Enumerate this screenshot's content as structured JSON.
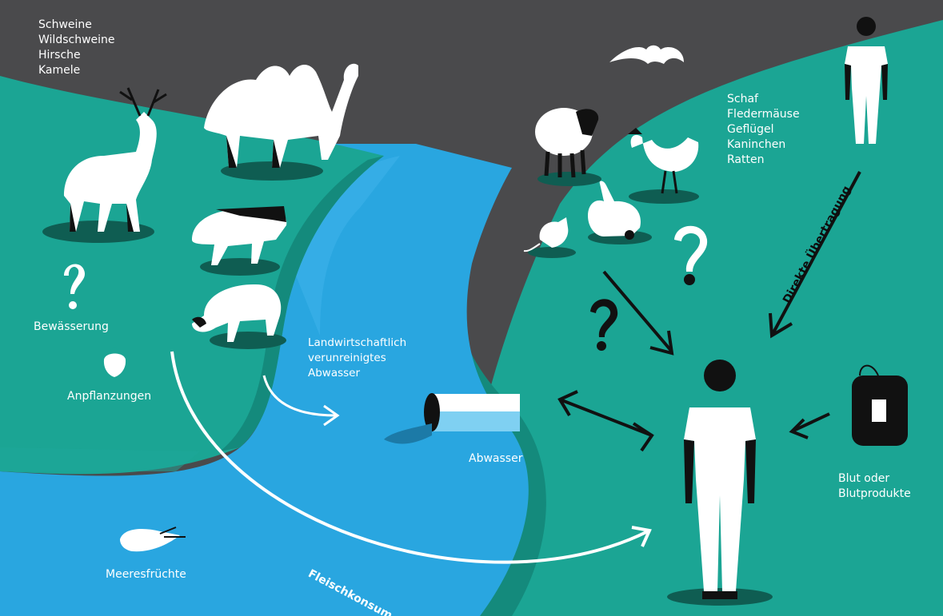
{
  "colors": {
    "sky": "#4a4a4c",
    "land": "#1ba594",
    "land_dark": "#147f73",
    "water": "#29a6e0",
    "water_light": "#7fd0f2",
    "white": "#ffffff",
    "black": "#111111",
    "shadow": "#0f5d52"
  },
  "groups": {
    "left_animals": [
      "Schweine",
      "Wildschweine",
      "Hirsche",
      "Kamele"
    ],
    "right_animals": [
      "Schaf",
      "Fledermäuse",
      "Geflügel",
      "Kaninchen",
      "Ratten"
    ]
  },
  "labels": {
    "irrigation": "Bewässerung",
    "crops": "Anpflanzungen",
    "agri_wastewater": [
      "Landwirtschaftlich",
      "verunreinigtes",
      "Abwasser"
    ],
    "wastewater": "Abwasser",
    "seafood": "Meeresfrüchte",
    "blood": [
      "Blut oder",
      "Blutprodukte"
    ],
    "direct": "Direkte Übertragung",
    "meat": "Fleischkonsum"
  },
  "icons": {
    "question_marks": [
      "question-mark-icon",
      "question-mark-icon",
      "question-mark-icon"
    ],
    "animals": [
      "deer-icon",
      "camel-icon",
      "wild-boar-icon",
      "pig-icon",
      "sheep-icon",
      "bat-icon",
      "chicken-icon",
      "rabbit-icon",
      "rat-icon",
      "shrimp-icon",
      "strawberry-icon"
    ],
    "other": [
      "human-icon",
      "blood-bag-icon",
      "pipe-icon"
    ]
  }
}
